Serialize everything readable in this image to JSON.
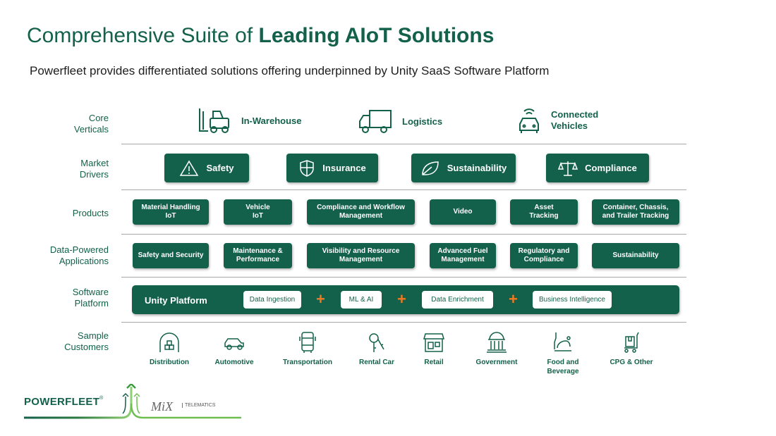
{
  "title": {
    "regular": "Comprehensive Suite of ",
    "bold": "Leading AIoT Solutions"
  },
  "subtitle": "Powerfleet provides differentiated solutions offering underpinned by Unity SaaS Software Platform",
  "row_labels": {
    "core": [
      "Core",
      "Verticals"
    ],
    "market": [
      "Market",
      "Drivers"
    ],
    "products": [
      "Products"
    ],
    "apps": [
      "Data-Powered",
      "Applications"
    ],
    "software": [
      "Software",
      "Platform"
    ],
    "customers": [
      "Sample",
      "Customers"
    ]
  },
  "verticals": [
    {
      "label": "In-Warehouse",
      "icon": "forklift-icon"
    },
    {
      "label": "Logistics",
      "icon": "truck-icon"
    },
    {
      "label": "Connected",
      "label2": "Vehicles",
      "icon": "connected-car-icon"
    }
  ],
  "drivers": [
    {
      "label": "Safety",
      "icon": "warning-icon"
    },
    {
      "label": "Insurance",
      "icon": "shield-icon"
    },
    {
      "label": "Sustainability",
      "icon": "leaf-icon"
    },
    {
      "label": "Compliance",
      "icon": "scales-icon"
    }
  ],
  "products": [
    [
      "Material Handling",
      "IoT"
    ],
    [
      "Vehicle",
      "IoT"
    ],
    [
      "Compliance and Workflow",
      "Management"
    ],
    [
      "Video",
      ""
    ],
    [
      "Asset",
      "Tracking"
    ],
    [
      "Container, Chassis,",
      "and Trailer Tracking"
    ]
  ],
  "applications": [
    [
      "Safety and Security",
      ""
    ],
    [
      "Maintenance &",
      "Performance"
    ],
    [
      "Visibility and Resource",
      "Management"
    ],
    [
      "Advanced Fuel",
      "Management"
    ],
    [
      "Regulatory and",
      "Compliance"
    ],
    [
      "Sustainability",
      ""
    ]
  ],
  "platform": {
    "label": "Unity Platform",
    "components": [
      "Data Ingestion",
      "ML & AI",
      "Data Enrichment",
      "Business Intelligence"
    ],
    "joiner": "+"
  },
  "customers": [
    [
      "Distribution",
      ""
    ],
    [
      "Automotive",
      ""
    ],
    [
      "Transportation",
      ""
    ],
    [
      "Rental Car",
      ""
    ],
    [
      "Retail",
      ""
    ],
    [
      "Government",
      ""
    ],
    [
      "Food and",
      "Beverage"
    ],
    [
      "CPG & Other",
      ""
    ]
  ],
  "logo": {
    "brand": "POWERFLEET",
    "partner": "MiX",
    "partner_sub": "TELEMATICS"
  },
  "colors": {
    "primary": "#13614a",
    "accent": "#f07a22"
  }
}
